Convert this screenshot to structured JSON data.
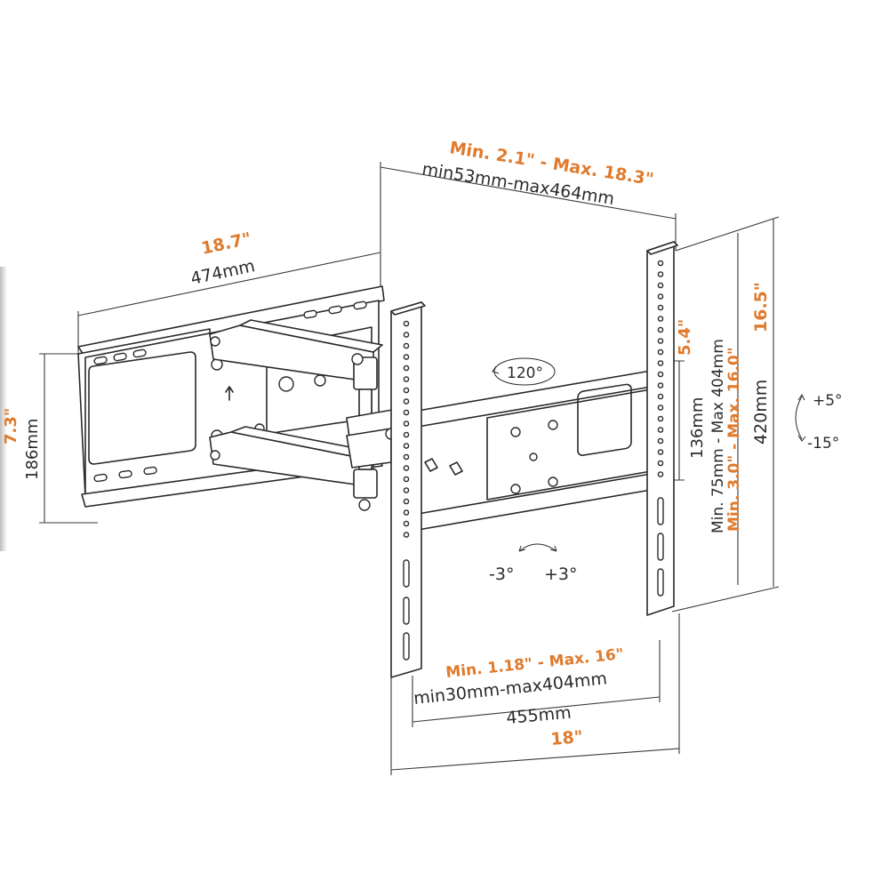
{
  "labels": {
    "top_orange": "Min. 2.1\" - Max. 18.3\"",
    "top_black": "min53mm-max464mm",
    "left_top_orange": "18.7\"",
    "left_top_black": "474mm",
    "left_side_orange": "7.3\"",
    "left_side_black": "186mm",
    "swivel": "120°",
    "tilt_up": "+5°",
    "tilt_down": "-15°",
    "rot_minus": "-3°",
    "rot_plus": "+3°",
    "right_orange_16_5": "16.5\"",
    "right_black_420": "420mm",
    "right_orange_5_4": "5.4\"",
    "right_black_136": "136mm",
    "right_black_vesa_v": "Min. 75mm - Max 404mm",
    "right_orange_vesa_v": "Min. 3.0\" - Max. 16.0\"",
    "bottom_orange_vesa_h": "Min. 1.18\" - Max. 16\"",
    "bottom_black_vesa_h": "min30mm-max404mm",
    "bottom_black_455": "455mm",
    "bottom_orange_18": "18\""
  },
  "colors": {
    "accent": "#e07a2c",
    "line": "#2a2a2a",
    "text": "#2b2b2b"
  }
}
